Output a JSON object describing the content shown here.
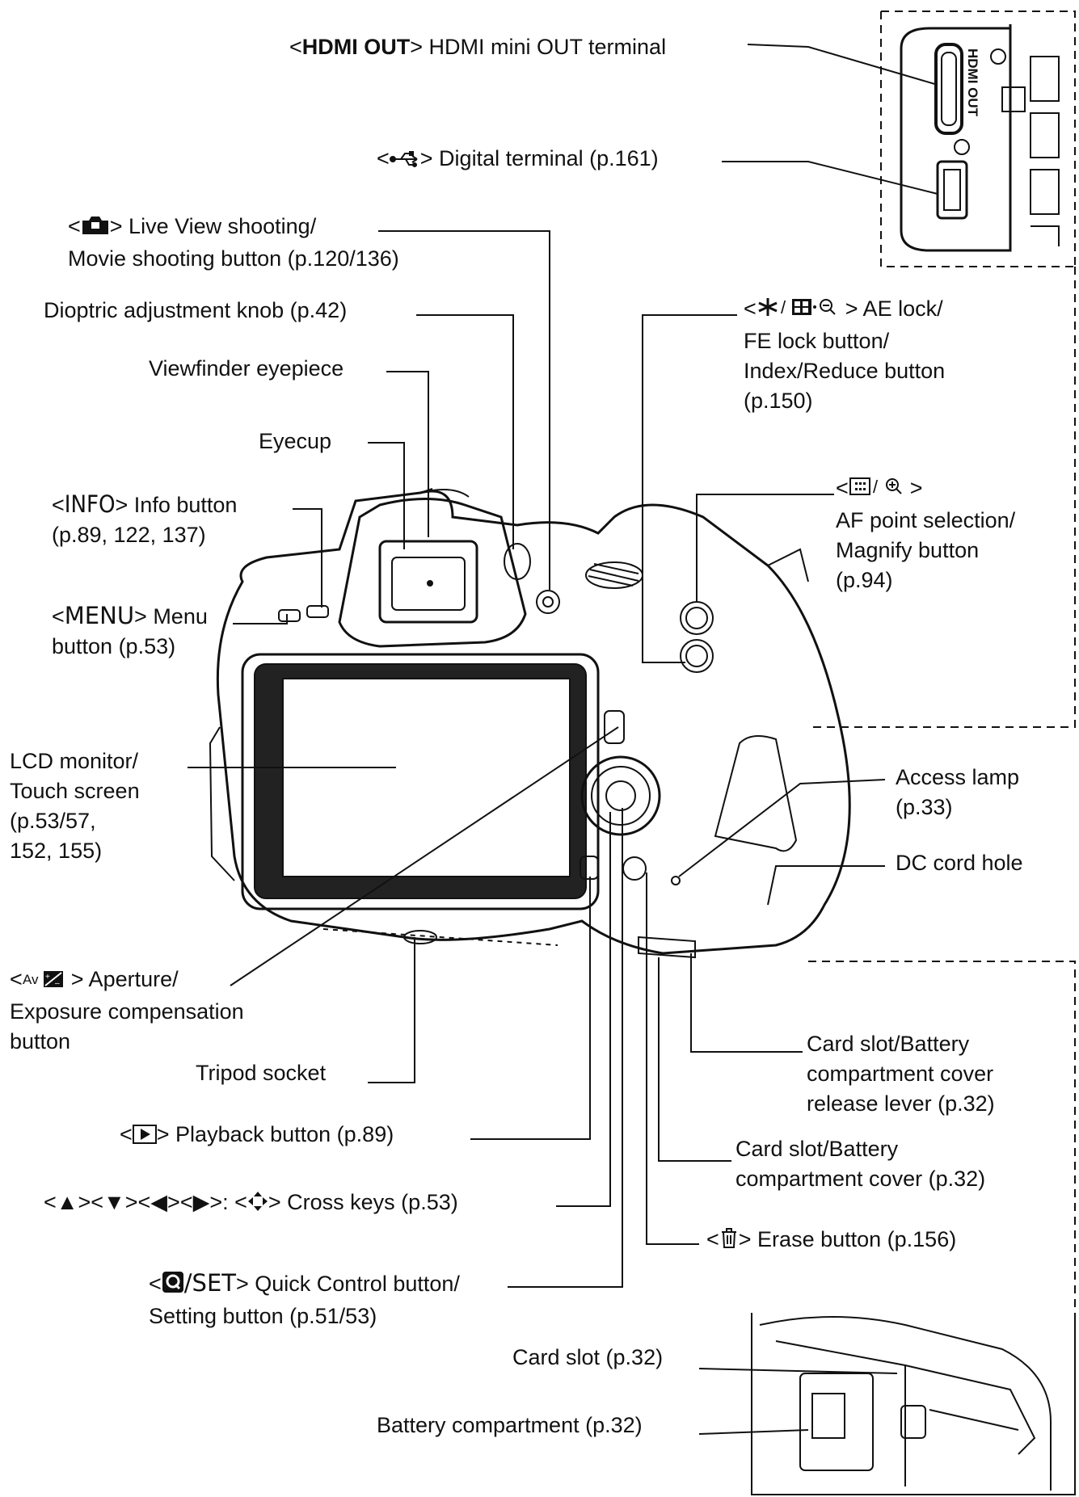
{
  "callouts": {
    "hdmi": {
      "before": "<",
      "key": "HDMI OUT",
      "after": "> HDMI mini OUT terminal"
    },
    "digital": {
      "before": "<",
      "after": "> Digital terminal (p.161)"
    },
    "liveview": {
      "l1_before": "<",
      "l1_after": "> Live View shooting/",
      "l2": "Movie shooting button (p.120/136)"
    },
    "dioptric": "Dioptric adjustment knob (p.42)",
    "eyepiece": "Viewfinder eyepiece",
    "eyecup": "Eyecup",
    "info": {
      "before": "<",
      "key": "INFO",
      "after": "> Info button",
      "l2": "(p.89, 122, 137)"
    },
    "menu": {
      "before": "<",
      "key": "MENU",
      "after": "> Menu",
      "l2": "button (p.53)"
    },
    "lcd": {
      "l1": "LCD monitor/",
      "l2": "Touch screen",
      "l3": "(p.53/57,",
      "l4": "152, 155)"
    },
    "av": {
      "before": "<",
      "after": "> Aperture/",
      "l2": "Exposure compensation",
      "l3": "button"
    },
    "tripod": "Tripod socket",
    "playback": {
      "before": "<",
      "after": "> Playback button (p.89)"
    },
    "cross": {
      "keys": "<▲><▼><◀><▶>: <",
      "after": "> Cross keys (p.53)"
    },
    "qset": {
      "before": "<",
      "mid": "/SET",
      "after": "> Quick Control button/",
      "l2": "Setting button (p.51/53)"
    },
    "ae": {
      "before": "<",
      "after": "> AE lock/",
      "l2": "FE lock button/",
      "l3": "Index/Reduce button",
      "l4": "(p.150)"
    },
    "af": {
      "before": "<",
      "after": ">",
      "l2": "AF point selection/",
      "l3": "Magnify button",
      "l4": "(p.94)"
    },
    "access": {
      "l1": "Access lamp",
      "l2": "(p.33)"
    },
    "dccord": "DC cord hole",
    "release": {
      "l1": "Card slot/Battery",
      "l2": "compartment cover",
      "l3": "release lever (p.32)"
    },
    "cover": {
      "l1": "Card slot/Battery",
      "l2": "compartment cover (p.32)"
    },
    "erase": {
      "before": "<",
      "after": "> Erase button (p.156)"
    },
    "cardslot": "Card slot (p.32)",
    "battery": "Battery compartment (p.32)"
  },
  "icons": [
    "usb-icon",
    "camera-icon",
    "ae-lock-icon",
    "af-point-icon",
    "av-exposure-icon",
    "play-icon",
    "cross-keys-icon",
    "q-icon",
    "trash-icon"
  ],
  "inset_labels": {
    "hdmi_port": "HDMI OUT"
  },
  "colors": {
    "ink": "#111111",
    "camera_fill": "#ffffff",
    "shade": "#d9d9d9"
  }
}
